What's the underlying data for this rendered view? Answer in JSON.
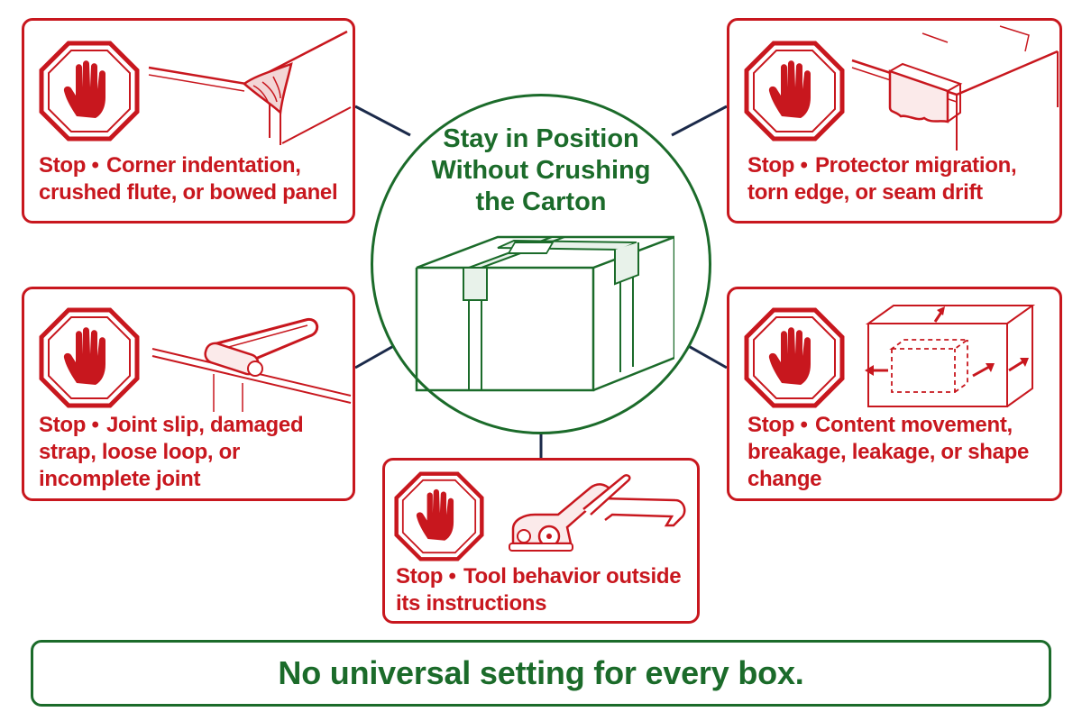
{
  "center": {
    "title": "Stay in Position Without Crushing the Carton",
    "icon": "strapped-carton-icon"
  },
  "cards": {
    "top_left": {
      "lead": "Stop •",
      "text": "Corner indentation, crushed flute, or bowed panel",
      "icon": "crushed-corner-icon"
    },
    "top_right": {
      "lead": "Stop •",
      "text": "Protector migration, torn edge, or seam drift",
      "icon": "edge-protector-icon"
    },
    "mid_left": {
      "lead": "Stop •",
      "text": "Joint slip, damaged strap, loose loop, or incomplete joint",
      "icon": "strap-joint-icon"
    },
    "mid_right": {
      "lead": "Stop •",
      "text": "Content movement, breakage, leakage, or shape change",
      "icon": "content-shift-icon"
    },
    "bottom_center": {
      "lead": "Stop •",
      "text": "Tool behavior outside its instructions",
      "icon": "strapping-tool-icon"
    }
  },
  "footer": {
    "text": "No universal setting for every box."
  },
  "colors": {
    "warning_red": "#c8171e",
    "primary_green": "#1b6b2a",
    "connector_navy": "#1b2a4a"
  }
}
